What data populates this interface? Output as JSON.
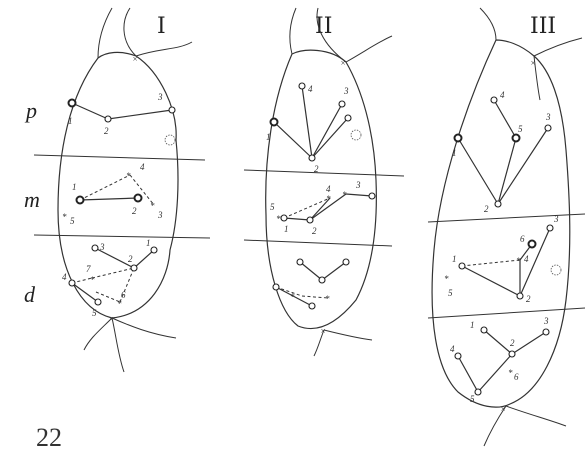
{
  "segments": [
    {
      "id": "I",
      "label": "I"
    },
    {
      "id": "II",
      "label": "II"
    },
    {
      "id": "III",
      "label": "III"
    }
  ],
  "regions": [
    {
      "id": "p",
      "label": "p"
    },
    {
      "id": "m",
      "label": "m"
    },
    {
      "id": "d",
      "label": "d"
    }
  ],
  "figure_number": "22",
  "setae_numbers": [
    "1",
    "2",
    "3",
    "4",
    "5",
    "6"
  ]
}
